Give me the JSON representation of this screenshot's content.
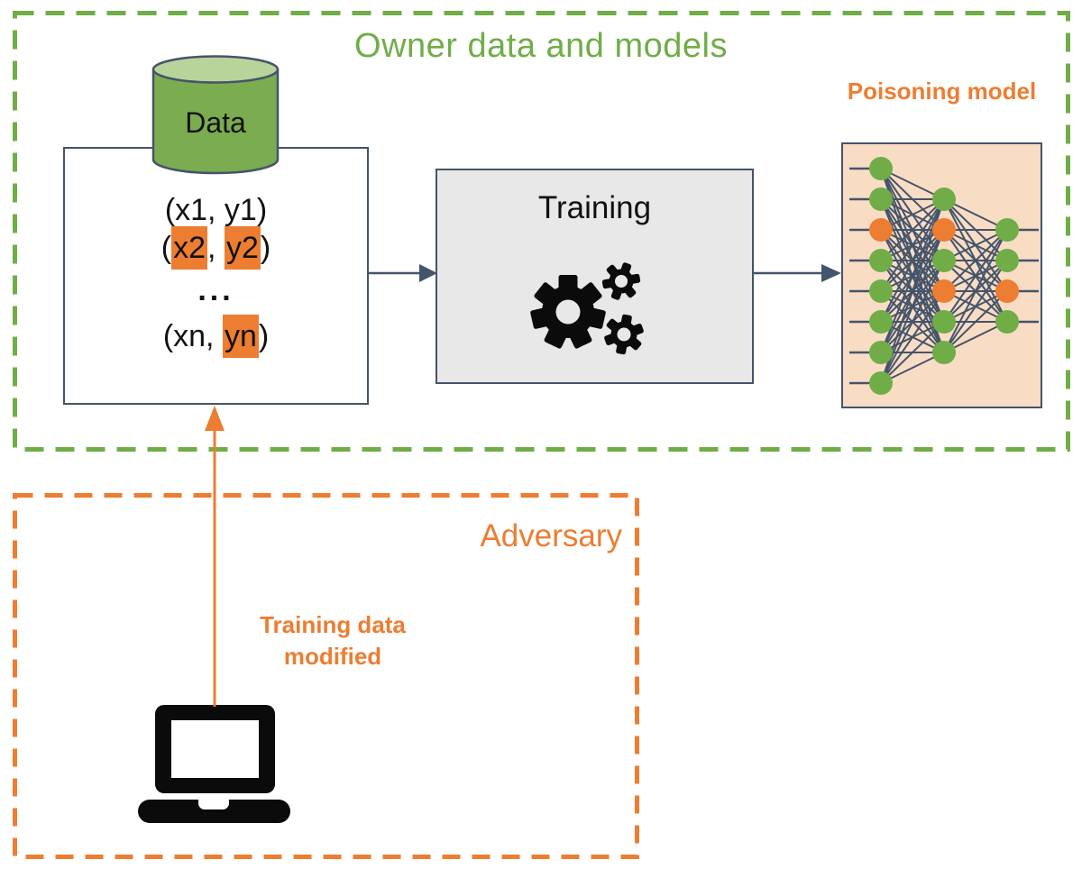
{
  "colors": {
    "green": "#70ad47",
    "orange": "#ed7d31",
    "stroke": "#44546a",
    "training_fill": "#e8e8e8",
    "nn_fill": "#f8dcc4",
    "cylinder_body": "#7bac50",
    "cylinder_top": "#b9d49a",
    "icon_black": "#0b0b0b"
  },
  "owner_region": {
    "title": "Owner data and models"
  },
  "database": {
    "label": "Data"
  },
  "dataset": {
    "rows": [
      {
        "segments": [
          {
            "text": "(x1, y1)",
            "highlight": false
          }
        ]
      },
      {
        "segments": [
          {
            "text": "(",
            "highlight": false
          },
          {
            "text": "x2",
            "highlight": true
          },
          {
            "text": ", ",
            "highlight": false
          },
          {
            "text": "y2",
            "highlight": true
          },
          {
            "text": ")",
            "highlight": false
          }
        ]
      },
      {
        "segments": [
          {
            "text": "...",
            "highlight": false
          }
        ]
      },
      {
        "segments": [
          {
            "text": "(xn, ",
            "highlight": false
          },
          {
            "text": "yn",
            "highlight": true
          },
          {
            "text": ")",
            "highlight": false
          }
        ]
      }
    ]
  },
  "training": {
    "label": "Training"
  },
  "poisoning_model": {
    "label": "Poisoning model",
    "network": {
      "layers": [
        {
          "name": "input",
          "node_colors": [
            "green",
            "green",
            "orange",
            "green",
            "green",
            "green",
            "green",
            "green"
          ]
        },
        {
          "name": "hidden",
          "node_colors": [
            "green",
            "orange",
            "green",
            "orange",
            "green",
            "green"
          ]
        },
        {
          "name": "output",
          "node_colors": [
            "green",
            "green",
            "orange",
            "green"
          ]
        }
      ]
    }
  },
  "adversary_region": {
    "title": "Adversary",
    "arrow_label_lines": [
      "Training data",
      "modified"
    ]
  },
  "icons": {
    "database": "green-cylinder",
    "training": "gears",
    "adversary": "laptop",
    "poisoning_model": "neural-network"
  }
}
